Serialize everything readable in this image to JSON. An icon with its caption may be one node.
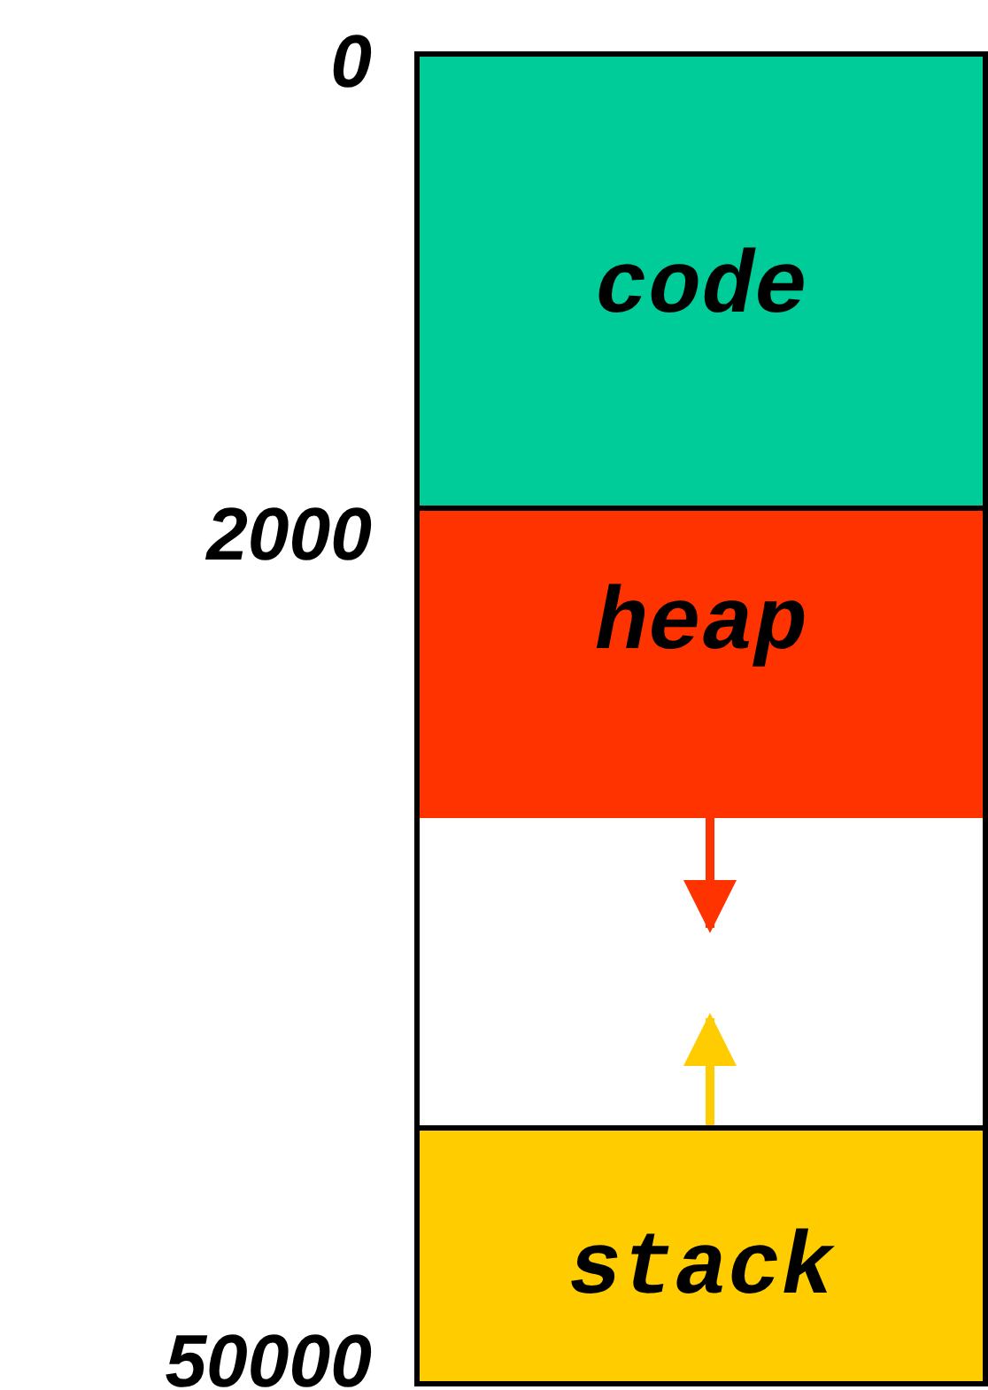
{
  "diagram": {
    "nodes": [
      {
        "text": [
          "code"
        ]
      },
      {
        "text": [
          "heap"
        ]
      },
      {
        "text": [
          "stack"
        ]
      }
    ],
    "edges": [
      {
        "from": 1,
        "to": null,
        "arrow": "to",
        "color": "#ff3300"
      },
      {
        "from": 2,
        "to": null,
        "arrow": "to",
        "color": "#ffcc00"
      }
    ],
    "labels": [
      "0",
      "2000",
      "50000"
    ]
  }
}
